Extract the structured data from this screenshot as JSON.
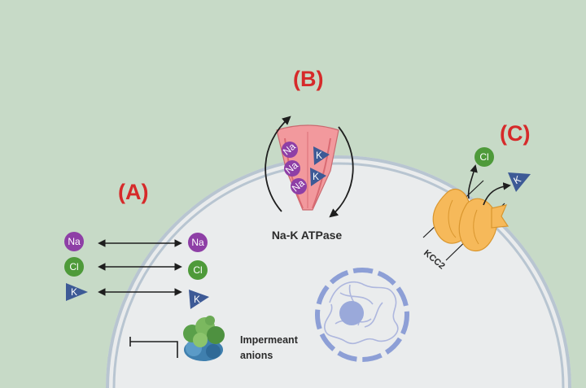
{
  "labels": {
    "a": "(A)",
    "b": "(B)",
    "c": "(C)"
  },
  "ions": {
    "na": "Na",
    "cl": "Cl",
    "k": "K"
  },
  "captions": {
    "pump": "Na-K ATPase",
    "transporter": "KCC2",
    "anions_line1": "Impermeant",
    "anions_line2": "anions"
  },
  "colors": {
    "background": "#c7dac7",
    "cell": "#eaeced",
    "membrane": "#b8c5d1",
    "label_red": "#d62a2a",
    "na_purple": "#8e3fa6",
    "cl_green": "#4e9a3a",
    "k_blue": "#3d5a96",
    "pump_pink": "#f2999d",
    "kcc2_orange": "#f6b95a",
    "nucleus": "#9aa9da"
  }
}
